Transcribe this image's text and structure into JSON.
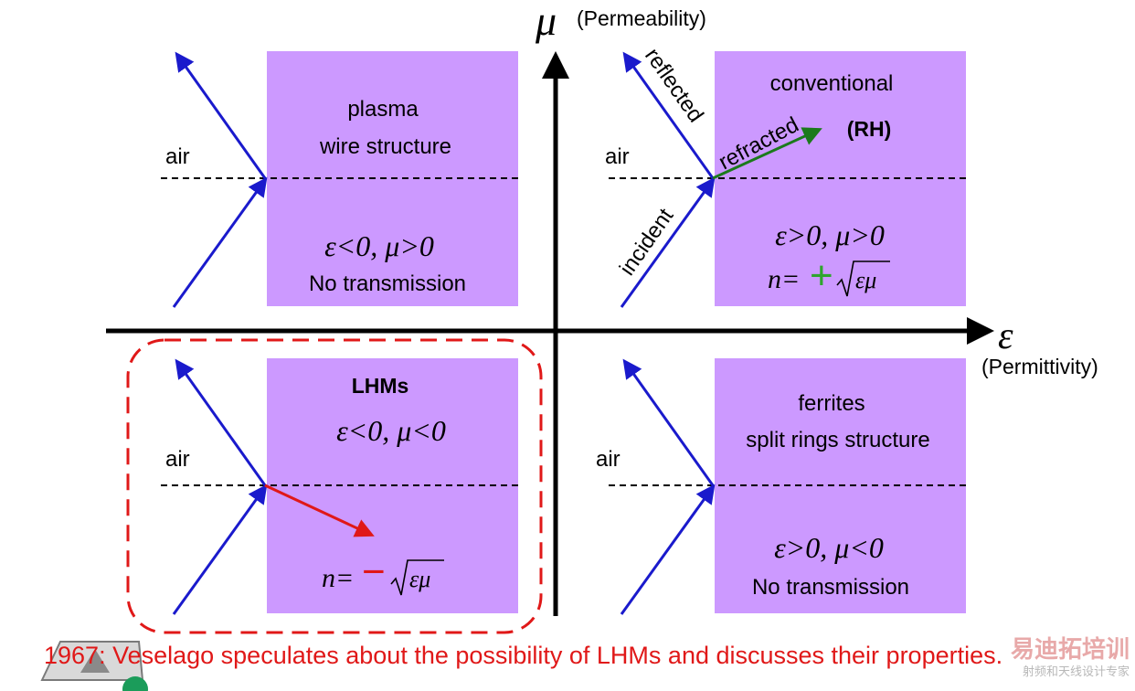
{
  "axes": {
    "mu_symbol": "μ",
    "mu_label": "(Permeability)",
    "eps_symbol": "ε",
    "eps_label": "(Permittivity)"
  },
  "quadrants": {
    "top_left": {
      "air": "air",
      "line1": "plasma",
      "line2": "wire structure",
      "condition": "ε<0, μ>0",
      "note": "No transmission"
    },
    "top_right": {
      "air": "air",
      "line1": "conventional",
      "tag": "(RH)",
      "reflected": "reflected",
      "refracted": "refracted",
      "incident": "incident",
      "condition": "ε>0, μ>0",
      "n_prefix": "n=",
      "sign": "+",
      "root": "εμ"
    },
    "bottom_left": {
      "air": "air",
      "tag": "LHMs",
      "condition": "ε<0, μ<0",
      "n_prefix": "n=",
      "sign": "−",
      "root": "εμ"
    },
    "bottom_right": {
      "air": "air",
      "line1": "ferrites",
      "line2": "split rings structure",
      "condition": "ε>0, μ<0",
      "note": "No transmission"
    }
  },
  "caption": "1967: Veselago speculates about the possibility of LHMs and discusses their properties.",
  "watermark": {
    "title": "易迪拓培训",
    "subtitle": "射频和天线设计专家"
  },
  "colors": {
    "box": "#cc99ff",
    "ray": "#1a1acc",
    "refracted": "#1b7a1b",
    "negative": "#e01818",
    "plus": "#2ea52e"
  }
}
